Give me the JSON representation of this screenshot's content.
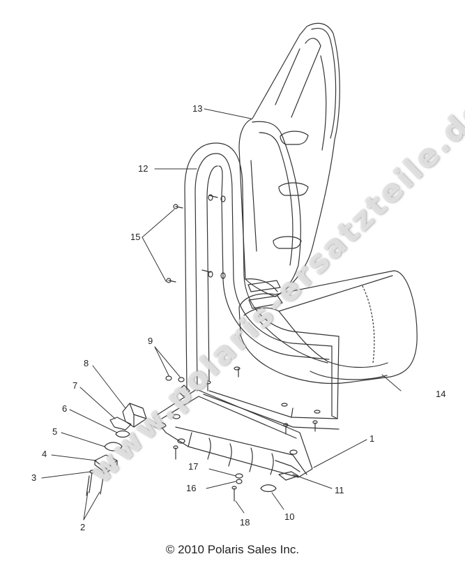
{
  "callouts": [
    {
      "id": "1",
      "text": "1"
    },
    {
      "id": "2",
      "text": "2"
    },
    {
      "id": "3",
      "text": "3"
    },
    {
      "id": "4",
      "text": "4"
    },
    {
      "id": "5",
      "text": "5"
    },
    {
      "id": "6",
      "text": "6"
    },
    {
      "id": "7",
      "text": "7"
    },
    {
      "id": "8",
      "text": "8"
    },
    {
      "id": "9",
      "text": "9"
    },
    {
      "id": "10",
      "text": "10"
    },
    {
      "id": "11",
      "text": "11"
    },
    {
      "id": "12",
      "text": "12"
    },
    {
      "id": "13",
      "text": "13"
    },
    {
      "id": "14",
      "text": "14"
    },
    {
      "id": "15",
      "text": "15"
    },
    {
      "id": "16",
      "text": "16"
    },
    {
      "id": "17",
      "text": "17"
    },
    {
      "id": "18",
      "text": "18"
    }
  ],
  "copyright": "© 2010 Polaris Sales Inc.",
  "watermark": "www.polaris-ersatzteile.de",
  "colors": {
    "line": "#333333",
    "text": "#222222",
    "background": "#ffffff"
  }
}
